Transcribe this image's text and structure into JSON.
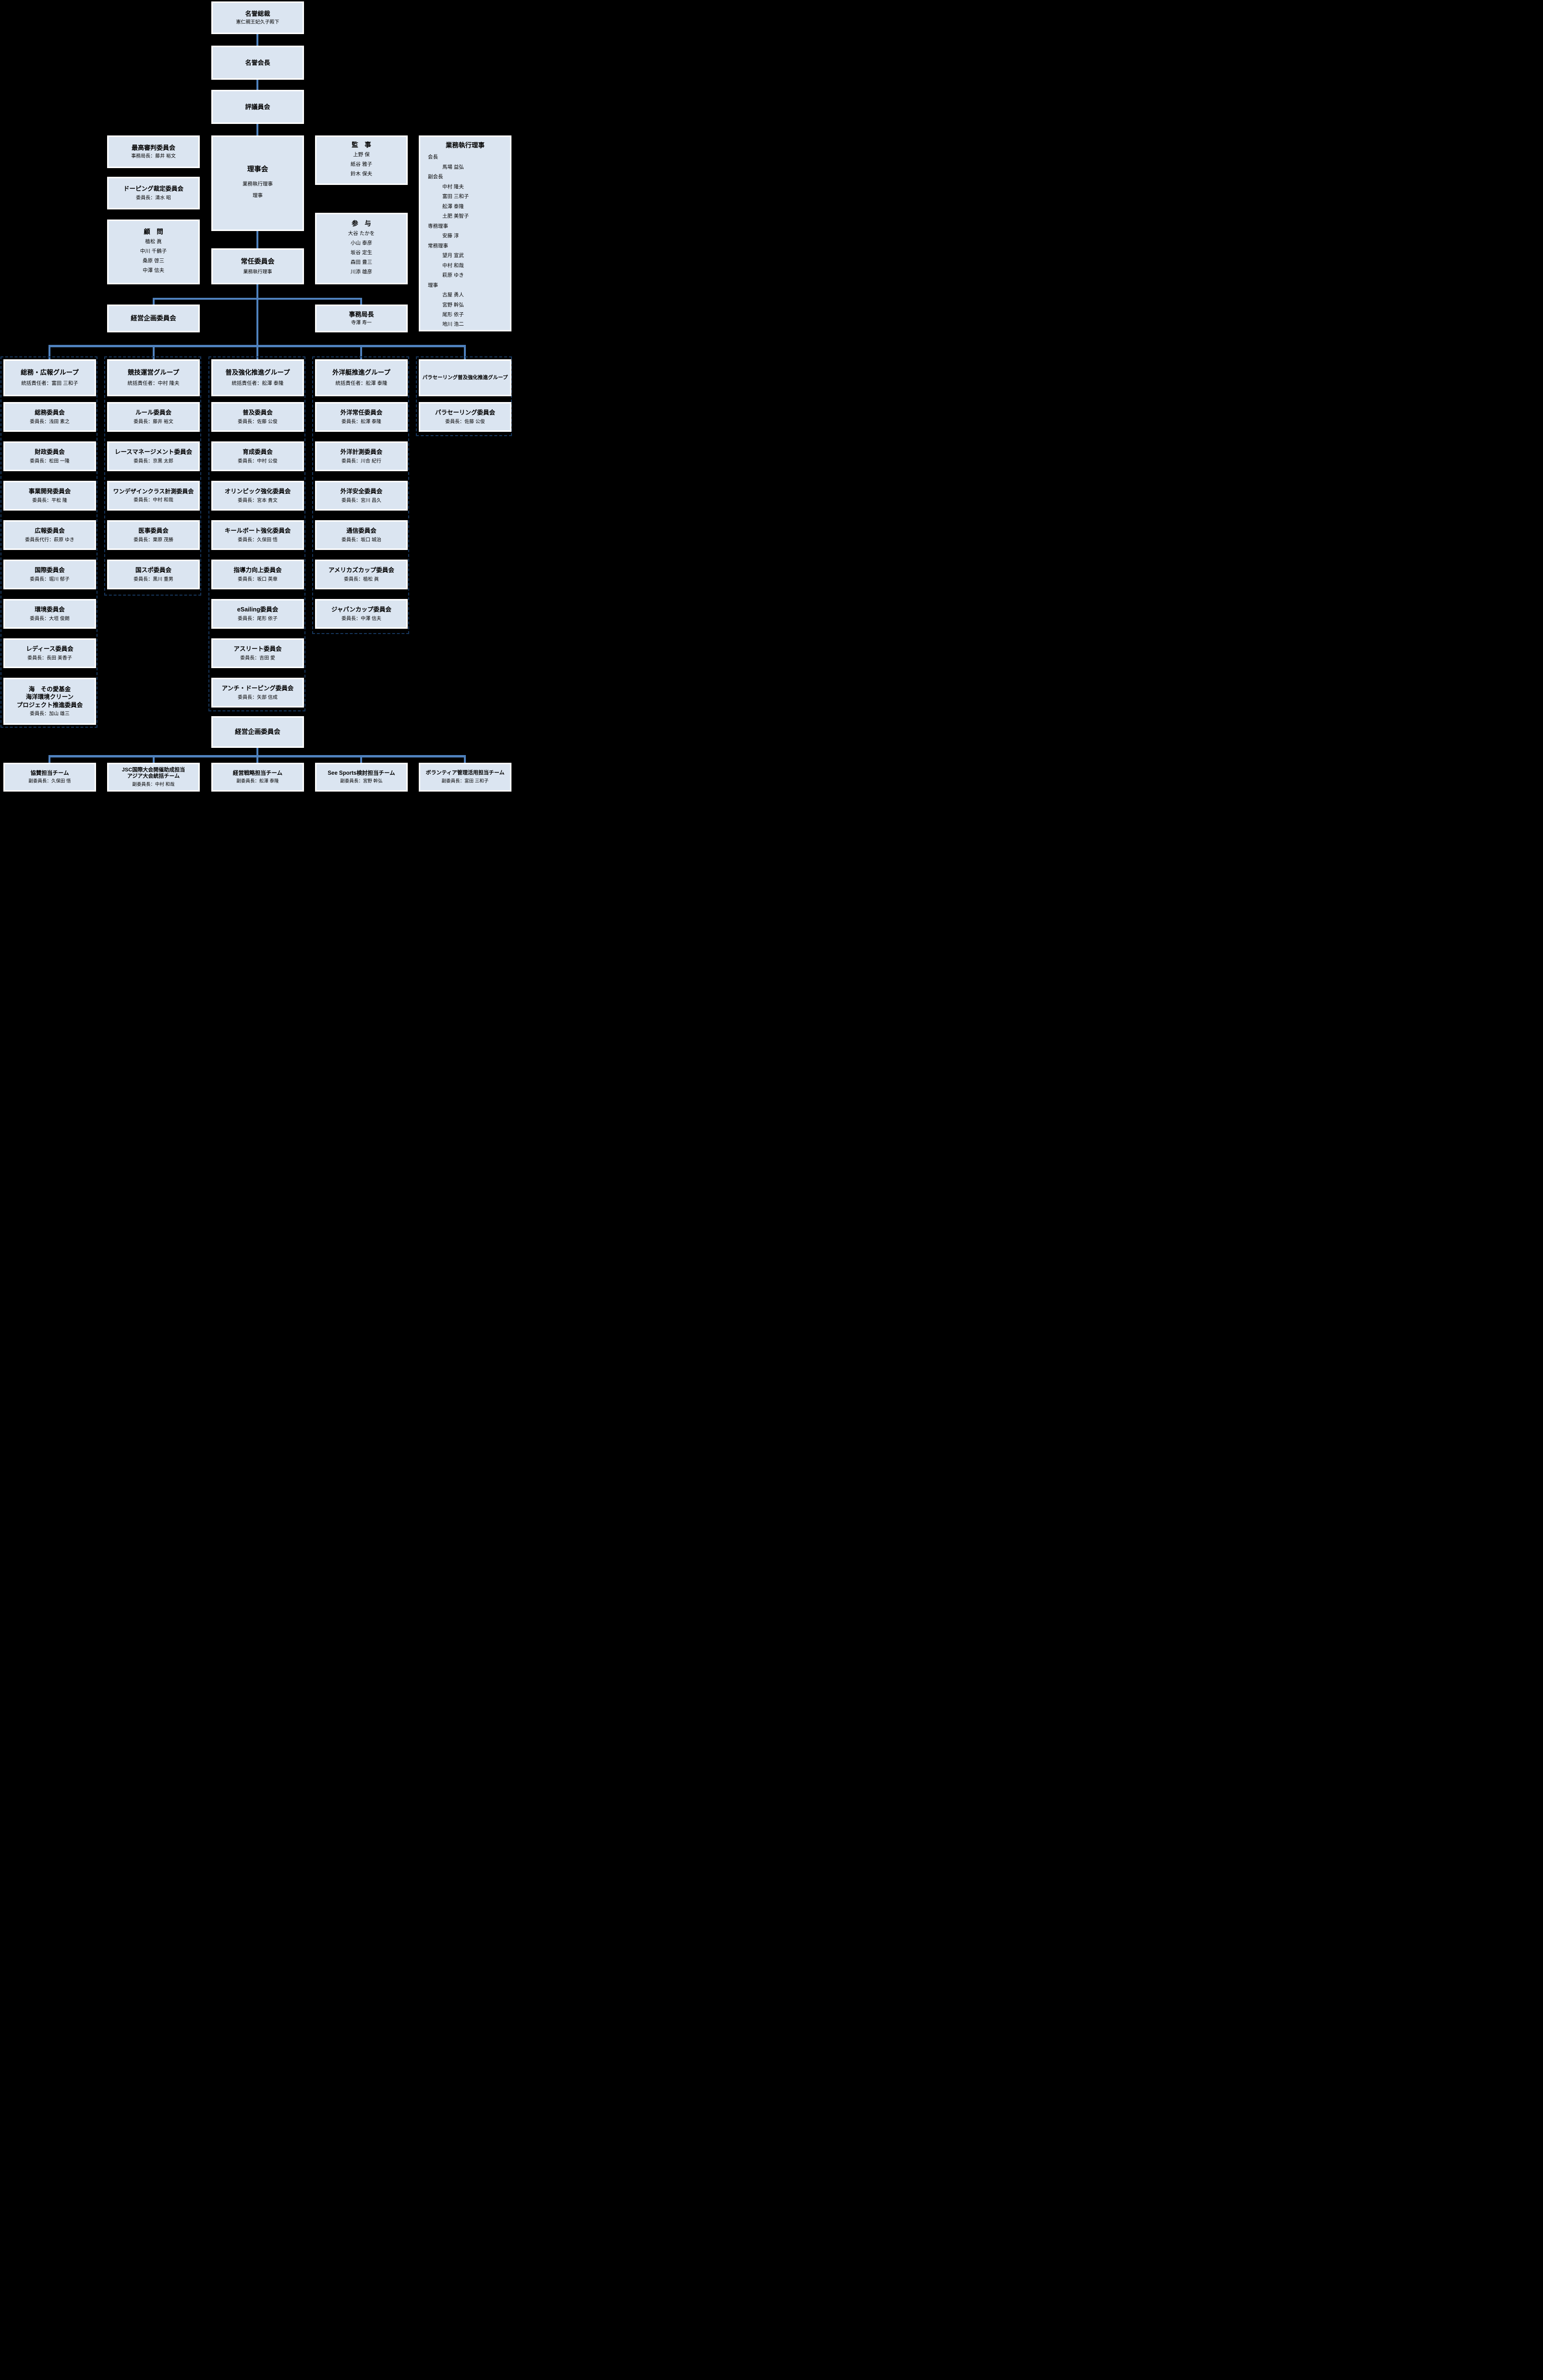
{
  "colors": {
    "background": "#000000",
    "box_fill": "#dbe5f1",
    "box_border": "#ffffff",
    "connector_blue": "#4f81bd",
    "group_dash_navy": "#17375e"
  },
  "top_chain": {
    "honorary_president": {
      "title": "名誉総裁",
      "name": "憲仁親王妃久子殿下"
    },
    "honorary_chairman": {
      "title": "名誉会長"
    },
    "council": {
      "title": "評議員会"
    },
    "board": {
      "title": "理事会",
      "members": [
        "業務執行理事",
        "理事"
      ]
    },
    "standing_committee": {
      "title": "常任委員会",
      "members": [
        "業務執行理事"
      ]
    }
  },
  "left_column": {
    "supreme_judging": {
      "title": "最高審判委員会",
      "sub": "事務局長：藤井 裕文"
    },
    "doping_panel": {
      "title": "ドーピング裁定委員会",
      "sub": "委員長：清水 昭"
    },
    "advisors": {
      "title": "顧　問",
      "members": [
        "植松 眞",
        "中川 千鶴子",
        "桑原 啓三",
        "中澤 信夫"
      ]
    }
  },
  "right_column": {
    "auditors": {
      "title": "監　事",
      "members": [
        "上野 保",
        "紙谷 雅子",
        "鈴木 保夫"
      ]
    },
    "councilors": {
      "title": "参　与",
      "members": [
        "大谷 たかを",
        "小山 泰彦",
        "坂谷 定生",
        "森田 豊三",
        "川添 雄彦"
      ]
    },
    "secretary_general": {
      "title": "事務局長",
      "name": "寺澤 寿一"
    }
  },
  "executive_directors": {
    "title": "業務執行理事",
    "sections": [
      {
        "role": "会長",
        "names": [
          "馬場 益弘"
        ]
      },
      {
        "role": "副会長",
        "names": [
          "中村 隆夫",
          "富田 三和子",
          "舩澤 泰隆",
          "土肥 美智子"
        ]
      },
      {
        "role": "専務理事",
        "names": [
          "安藤 淳"
        ]
      },
      {
        "role": "常務理事",
        "names": [
          "望月 宣武",
          "中村 和哉",
          "萩原 ゆき"
        ]
      },
      {
        "role": "理事",
        "names": [
          "古屋 勇人",
          "宮野 幹弘",
          "尾形 依子",
          "地川 浩二"
        ]
      }
    ]
  },
  "management_planning_upper": {
    "title": "経営企画委員会"
  },
  "groups": [
    {
      "title": "総務・広報グループ",
      "sub": "統括責任者：富田 三和子",
      "committees": [
        {
          "title": "総務委員会",
          "sub": "委員長：浅田 素之"
        },
        {
          "title": "財政委員会",
          "sub": "委員長：松田 一隆"
        },
        {
          "title": "事業開発委員会",
          "sub": "委員長：平松 隆"
        },
        {
          "title": "広報委員会",
          "sub": "委員長代行：萩原 ゆき"
        },
        {
          "title": "国際委員会",
          "sub": "委員長：堀川 郁子"
        },
        {
          "title": "環境委員会",
          "sub": "委員長：大垣 俊朗"
        },
        {
          "title": "レディース委員会",
          "sub": "委員長：長田 美香子"
        },
        {
          "title_lines": [
            "海　その愛基金",
            "海洋環境クリーン",
            "プロジェクト推進委員会"
          ],
          "sub": "委員長：加山 雄三"
        }
      ]
    },
    {
      "title": "競技運営グループ",
      "sub": "統括責任者：中村 隆夫",
      "committees": [
        {
          "title": "ルール委員会",
          "sub": "委員長：藤井 裕文"
        },
        {
          "title": "レースマネージメント委員会",
          "sub": "委員長：京黒 太郎"
        },
        {
          "title": "ワンデザインクラス計測委員会",
          "sub": "委員長：中村 和哉"
        },
        {
          "title": "医事委員会",
          "sub": "委員長：栗原 茂勝"
        },
        {
          "title": "国スポ委員会",
          "sub": "委員長：黒川 重男"
        }
      ]
    },
    {
      "title": "普及強化推進グループ",
      "sub": "統括責任者：舩澤 泰隆",
      "committees": [
        {
          "title": "普及委員会",
          "sub": "委員長：佐藤 公俊"
        },
        {
          "title": "育成委員会",
          "sub": "委員長：中村 公俊"
        },
        {
          "title": "オリンピック強化委員会",
          "sub": "委員長：宮本 貴文"
        },
        {
          "title": "キールボート強化委員会",
          "sub": "委員長：久保田 悟"
        },
        {
          "title": "指導力向上委員会",
          "sub": "委員長：坂口 英章"
        },
        {
          "title": "eSailing委員会",
          "sub": "委員長：尾形 依子"
        },
        {
          "title": "アスリート委員会",
          "sub": "委員長：吉田 愛"
        },
        {
          "title": "アンチ・ドーピング委員会",
          "sub": "委員長：矢部 信成"
        }
      ]
    },
    {
      "title": "外洋艇推進グループ",
      "sub": "統括責任者：舩澤 泰隆",
      "committees": [
        {
          "title": "外洋常任委員会",
          "sub": "委員長：舩澤 泰隆"
        },
        {
          "title": "外洋計測委員会",
          "sub": "委員長：川合 紀行"
        },
        {
          "title": "外洋安全委員会",
          "sub": "委員長：宮川 昌久"
        },
        {
          "title": "通信委員会",
          "sub": "委員長：坂口 城治"
        },
        {
          "title": "アメリカズカップ委員会",
          "sub": "委員長：植松 眞"
        },
        {
          "title": "ジャパンカップ委員会",
          "sub": "委員長：中澤 信夫"
        }
      ]
    },
    {
      "title": "パラセーリング普及強化推進グループ",
      "committees": [
        {
          "title": "パラセーリング委員会",
          "sub": "委員長：佐藤 公俊"
        }
      ]
    }
  ],
  "management_planning_lower": {
    "title": "経営企画委員会"
  },
  "teams": [
    {
      "title": "協賛担当チーム",
      "sub": "副委員長：久保田 悟"
    },
    {
      "title_lines": [
        "JSC国際大会開催助成担当",
        "アジア大会統括チーム"
      ],
      "sub": "副委員長：中村 和哉"
    },
    {
      "title": "経営戦略担当チーム",
      "sub": "副委員長：舩澤 泰隆"
    },
    {
      "title": "See Sports検討担当チーム",
      "sub": "副委員長：宮野 幹弘"
    },
    {
      "title": "ボランティア管理活用担当チーム",
      "sub": "副委員長：富田 三和子"
    }
  ]
}
